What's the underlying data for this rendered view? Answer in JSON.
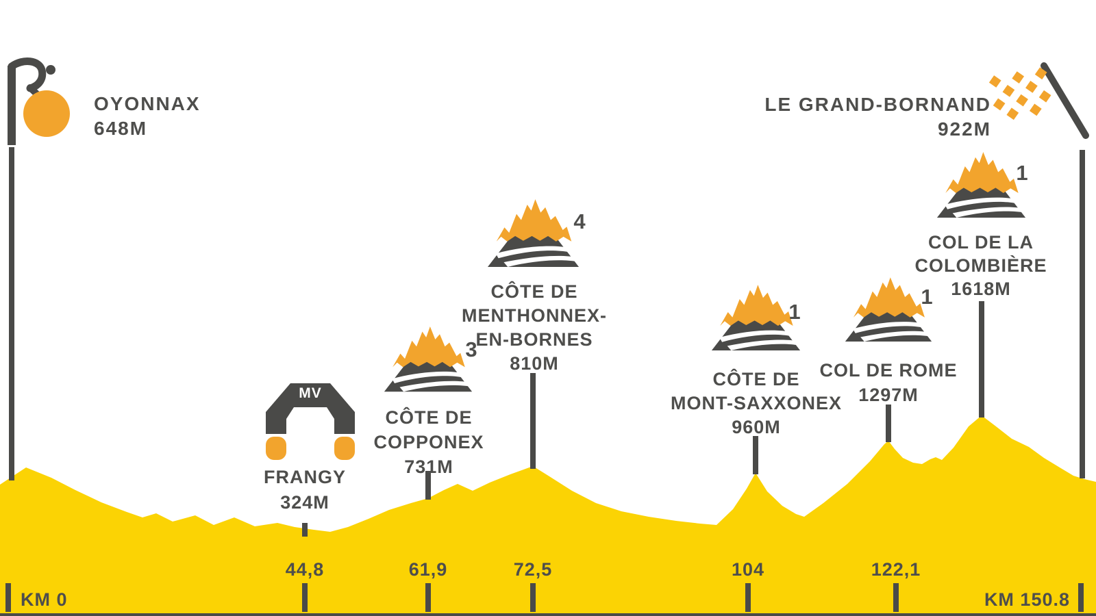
{
  "start": {
    "name": "OYONNAX",
    "elevation": "648M"
  },
  "finish": {
    "name": "LE GRAND-BORNAND",
    "elevation": "922M"
  },
  "sprint": {
    "arch_label": "MV",
    "name": "FRANGY",
    "elevation": "324M"
  },
  "climbs": [
    {
      "name_line1": "CÔTE DE",
      "name_line2": "COPPONEX",
      "elevation": "731M",
      "category": "3"
    },
    {
      "name_line1": "CÔTE DE",
      "name_line2": "MENTHONNEX-",
      "name_line3": "EN-BORNES",
      "elevation": "810M",
      "category": "4"
    },
    {
      "name_line1": "CÔTE DE",
      "name_line2": "MONT-SAXXONEX",
      "elevation": "960M",
      "category": "1"
    },
    {
      "name_line1": "COL DE ROME",
      "elevation": "1297M",
      "category": "1"
    },
    {
      "name_line1": "COL DE LA",
      "name_line2": "COLOMBIÈRE",
      "elevation": "1618M",
      "category": "1"
    }
  ],
  "axis": {
    "start_label": "KM 0",
    "end_label": "KM 150.8",
    "ticks": [
      "44,8",
      "61,9",
      "72,5",
      "104",
      "122,1"
    ]
  },
  "colors": {
    "profile_yellow": "#FBD304",
    "mountain_orange": "#F2A42D",
    "dark_gray": "#4A4A48",
    "text_gray": "#4E4E4C"
  },
  "chart_data": {
    "type": "area",
    "title": "Stage elevation profile — Oyonnax to Le Grand-Bornand",
    "x_unit": "km",
    "y_unit": "m",
    "x_range": [
      0,
      150.8
    ],
    "grid": false,
    "legend": false,
    "start": {
      "name": "Oyonnax",
      "km": 0,
      "elevation_m": 648
    },
    "finish": {
      "name": "Le Grand-Bornand",
      "km": 150.8,
      "elevation_m": 922
    },
    "km_axis_ticks": [
      44.8,
      61.9,
      72.5,
      104,
      122.1
    ],
    "points": [
      {
        "km": 44.8,
        "name": "Frangy",
        "elevation_m": 324,
        "marker": "MV arch"
      },
      {
        "km": 61.9,
        "name": "Côte de Copponex",
        "elevation_m": 731,
        "category": 3
      },
      {
        "km": 72.5,
        "name": "Côte de Menthonnex-en-Bornes",
        "elevation_m": 810,
        "category": 4
      },
      {
        "km": 104,
        "name": "Côte de Mont-Saxxonex",
        "elevation_m": 960,
        "category": 1
      },
      {
        "km": 122.1,
        "name": "Col de Rome",
        "elevation_m": 1297,
        "category": 1
      },
      {
        "name": "Col de la Colombière",
        "elevation_m": 1618,
        "category": 1
      }
    ]
  }
}
